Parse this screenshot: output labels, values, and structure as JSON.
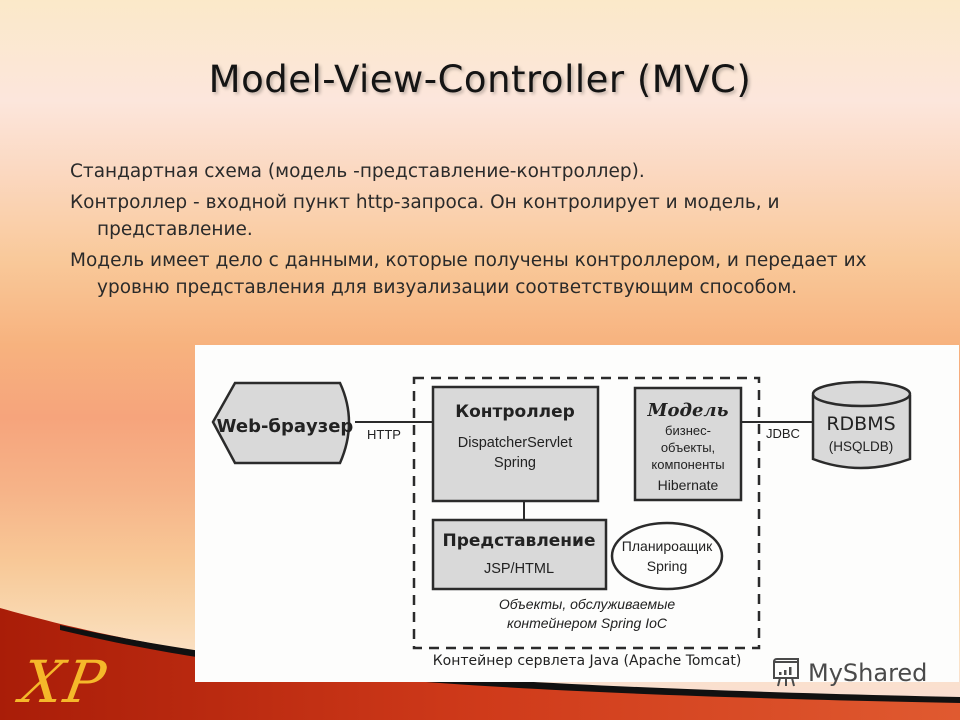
{
  "slide": {
    "title": "Model-View-Controller (MVC)",
    "bullets": [
      "Стандартная схема (модель -представление-контроллер).",
      "Контроллер - входной пункт http-запроса. Он контролирует и модель, и представление.",
      "Модель имеет дело с данными, которые получены контроллером, и передает их уровню представления для визуализации соответствующим способом."
    ],
    "logo_text": "XP"
  },
  "diagram": {
    "browser": {
      "label": "Web-браузер"
    },
    "http_label": "HTTP",
    "jdbc_label": "JDBC",
    "controller": {
      "title": "Контроллер",
      "line1": "DispatcherServlet",
      "line2": "Spring"
    },
    "model": {
      "title": "Модель",
      "line1": "бизнес-",
      "line2": "объекты,",
      "line3": "компоненты",
      "line4": "Hibernate"
    },
    "view": {
      "title": "Представление",
      "line1": "JSP/HTML"
    },
    "scheduler": {
      "line1": "Планироащик",
      "line2": "Spring"
    },
    "ioc_caption": {
      "line1": "Объекты, обслуживаемые",
      "line2": "контейнером Spring IoC"
    },
    "container_caption": "Контейнер сервлета Java (Apache Tomcat)",
    "database": {
      "title": "RDBMS",
      "subtitle": "(HSQLDB)"
    },
    "colors": {
      "box_fill": "#d9d9d9",
      "stroke": "#2b2b2b",
      "background": "#fdfdfc"
    }
  },
  "watermark": {
    "text": "MyShared",
    "icon": "presentation-board-icon"
  }
}
